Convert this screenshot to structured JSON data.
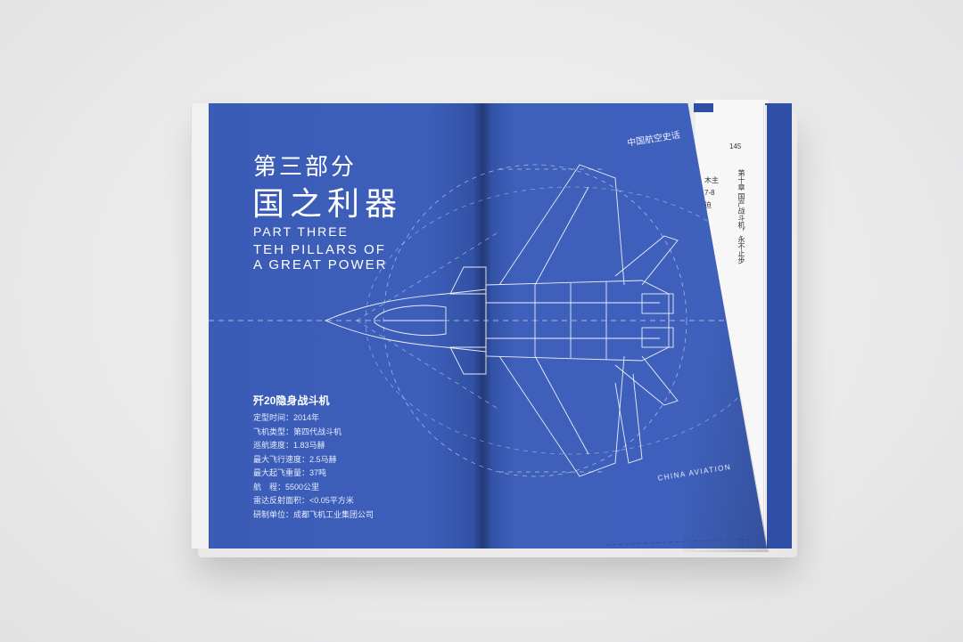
{
  "left_page": {
    "part_cn": "第三部分",
    "title_cn": "国之利器",
    "part_en": "PART THREE",
    "subtitle_en_line1": "TEH PILLARS OF",
    "subtitle_en_line2": "A GREAT POWER",
    "jet_name": "歼20隐身战斗机",
    "specs": [
      "定型时间：2014年",
      "飞机类型：第四代战斗机",
      "巡航速度：1.83马赫",
      "最大飞行速度：2.5马赫",
      "最大起飞重量：37吨",
      "航　程：5500公里",
      "雷达反射面积：<0.05平方米",
      "研制单位：成都飞机工业集团公司"
    ]
  },
  "right_page": {
    "header": "中国航空史话",
    "footer": "CHINA AVIATION"
  },
  "under_page": {
    "page_number": "145",
    "chapter_text": "第十章 国产战斗机，永不止步",
    "snippet_lines": [
      "木主",
      "7-8",
      "迫"
    ]
  },
  "colors": {
    "page_blue": "#3d5fba",
    "line_white": "#ffffff",
    "background": "#ececed"
  },
  "icons": {
    "plane": "airplane-icon"
  }
}
